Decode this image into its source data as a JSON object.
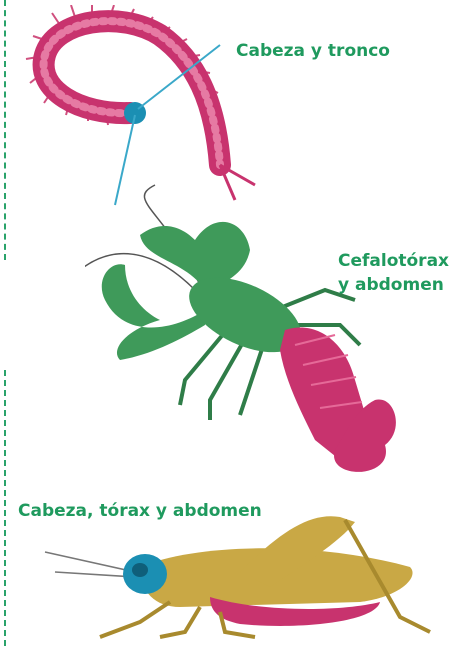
{
  "labels": {
    "centipede": "Cabeza y tronco",
    "lobster_line1": "Cefalotórax",
    "lobster_line2": "y abdomen",
    "grasshopper": "Cabeza, tórax y abdomen"
  },
  "colors": {
    "label_green": "#1f9a5e",
    "body_magenta": "#c8336e",
    "body_green": "#3f9a5a",
    "head_blue": "#1b8fb3",
    "grasshopper_tan": "#c9a845"
  },
  "illustrations": [
    "centipede-illustration",
    "lobster-illustration",
    "grasshopper-illustration"
  ]
}
